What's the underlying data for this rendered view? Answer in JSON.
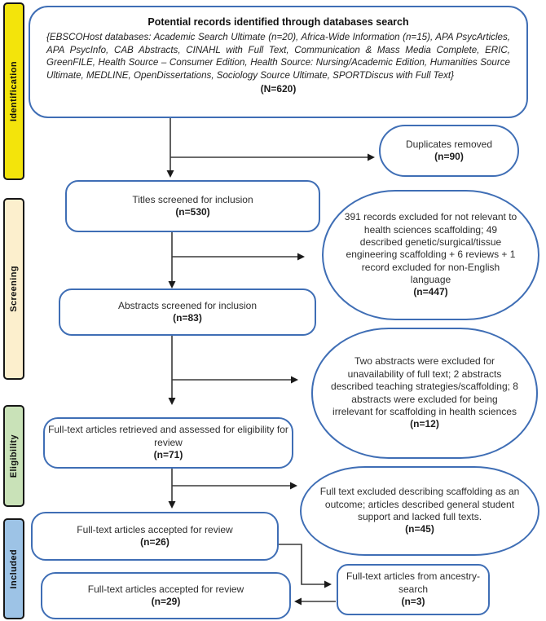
{
  "stages": [
    {
      "label": "Identification",
      "color": "#f3e40b"
    },
    {
      "label": "Screening",
      "color": "#fcefcd"
    },
    {
      "label": "Eligibility",
      "color": "#c9e2b8"
    },
    {
      "label": "Included",
      "color": "#9dc3e6"
    }
  ],
  "nodes": {
    "potential_records": {
      "title": "Potential records identified through databases search",
      "detail": "{EBSCOHost databases: Academic Search Ultimate (n=20), Africa-Wide Information (n=15), APA PsycArticles, APA PsycInfo, CAB Abstracts, CINAHL with Full Text, Communication & Mass Media Complete, ERIC, GreenFILE, Health Source – Consumer Edition, Health Source: Nursing/Academic Edition, Humanities Source Ultimate, MEDLINE, OpenDissertations, Sociology Source Ultimate, SPORTDiscus with Full Text}",
      "count": "(N=620)"
    },
    "duplicates_removed": {
      "label": "Duplicates removed",
      "count": "(n=90)"
    },
    "titles_screened": {
      "label": "Titles screened for inclusion",
      "count": "(n=530)"
    },
    "records_excluded": {
      "label": "391 records excluded for not relevant to health sciences scaffolding; 49 described genetic/surgical/tissue engineering scaffolding + 6 reviews + 1 record excluded for non-English language",
      "count": "(n=447)"
    },
    "abstracts_screened": {
      "label": "Abstracts screened for inclusion",
      "count": "(n=83)"
    },
    "abstracts_excluded": {
      "label": "Two abstracts were excluded for unavailability of full text; 2 abstracts described teaching strategies/scaffolding; 8 abstracts were excluded for being irrelevant for scaffolding in health sciences",
      "count": "(n=12)"
    },
    "fulltext_assessed": {
      "label": "Full-text articles retrieved and assessed for eligibility for review",
      "count": "(n=71)"
    },
    "fulltext_excluded": {
      "label": "Full text excluded describing scaffolding as an outcome; articles described general student support and lacked full texts.",
      "count": "(n=45)"
    },
    "accepted_for_review_26": {
      "label": "Full-text articles accepted for review",
      "count": "(n=26)"
    },
    "ancestry_search": {
      "label": "Full-text articles from ancestry-search",
      "count": "(n=3)"
    },
    "accepted_for_review_29": {
      "label": "Full-text articles accepted for review",
      "count": "(n=29)"
    }
  },
  "colors": {
    "box_border": "#3f6eb5",
    "connector": "#3a3a3a",
    "arrowhead": "#1a1a1a",
    "bar_border": "#161616"
  }
}
